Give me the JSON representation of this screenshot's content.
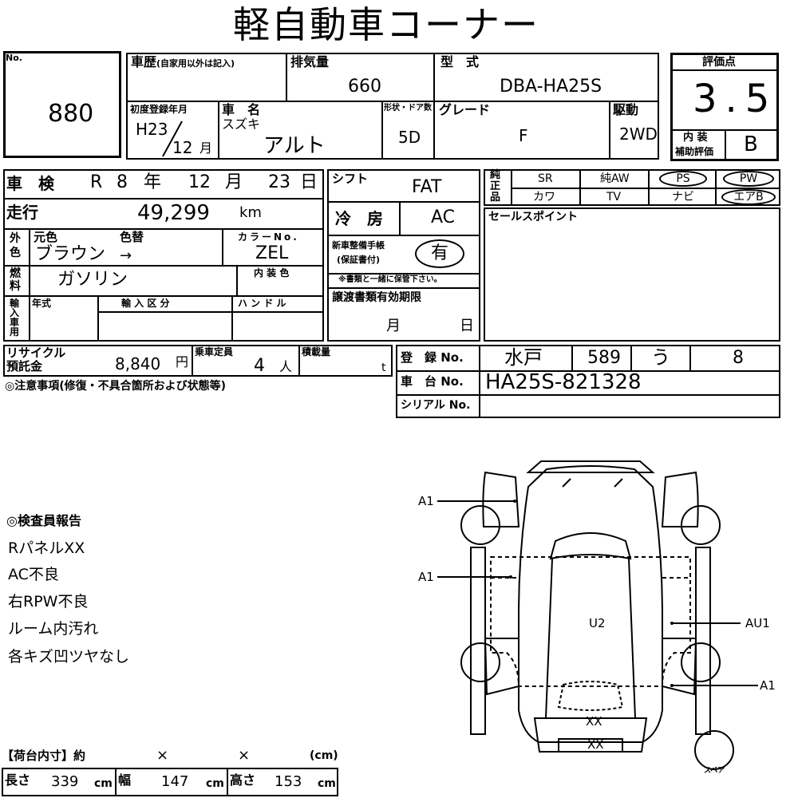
{
  "title": "軽自動車コーナー",
  "lot": {
    "label": "No.",
    "number": "880"
  },
  "history": {
    "label": "車歴",
    "note": "(自家用以外は記入)",
    "value": ""
  },
  "displacement": {
    "label": "排気量",
    "value": "660"
  },
  "model": {
    "label": "型　式",
    "value": "DBA-HA25S"
  },
  "rating": {
    "label": "評価点",
    "value": "3.5",
    "interior_label_1": "内 装",
    "interior_label_2": "補助評価",
    "interior_value": "B"
  },
  "first_reg": {
    "label": "初度登録年月",
    "era": "H23",
    "month": "12",
    "month_unit": "月"
  },
  "car_name": {
    "label": "車　名",
    "maker": "スズキ",
    "name": "アルト"
  },
  "shape": {
    "label": "形状・ドア数",
    "value": "5D"
  },
  "grade": {
    "label": "グレード",
    "value": "F"
  },
  "drive": {
    "label": "駆動",
    "value": "2WD"
  },
  "inspection": {
    "label": "車　検",
    "era": "R",
    "year": "8",
    "year_unit": "年",
    "month": "12",
    "month_unit": "月",
    "day": "23",
    "day_unit": "日"
  },
  "shift": {
    "label": "シフト",
    "value": "FAT"
  },
  "ac": {
    "label": "冷　房",
    "value": "AC"
  },
  "mileage": {
    "label": "走行",
    "value": "49,299",
    "unit": "km"
  },
  "color": {
    "side_1": "外",
    "side_2": "色",
    "orig_label": "元色",
    "change_label": "色替",
    "orig_value": "ブラウン",
    "arrow": "→",
    "code_label": "カラーNo.",
    "code_value": "ZEL"
  },
  "fuel": {
    "side_1": "燃",
    "side_2": "料",
    "value": "ガソリン",
    "interior_color_label": "内 装 色"
  },
  "maintenance": {
    "label_1": "新車整備手帳",
    "label_2": "(保証書付)",
    "value": "有",
    "note": "※書類と一緒に保管下さい。"
  },
  "genuine": {
    "side_1": "純",
    "side_2": "正",
    "side_3": "品",
    "items": [
      "SR",
      "純AW",
      "PS",
      "PW",
      "カワ",
      "TV",
      "ナビ",
      "エアB"
    ]
  },
  "sales_point": {
    "label": "セールスポイント"
  },
  "import": {
    "side": "輸入車用",
    "year_label": "年式",
    "type_label": "輸 入 区 分",
    "handle_label": "ハ ン ド ル"
  },
  "transfer": {
    "label": "譲渡書類有効期限",
    "month_unit": "月",
    "day_unit": "日"
  },
  "recycle": {
    "label_1": "リサイクル",
    "label_2": "預託金",
    "value": "8,840",
    "unit": "円"
  },
  "capacity": {
    "label": "乗車定員",
    "value": "4",
    "unit": "人"
  },
  "load": {
    "label": "積載量",
    "unit": "t"
  },
  "registration": {
    "label": "登　録 No.",
    "area": "水戸",
    "class": "589",
    "kana": "う",
    "number": "8"
  },
  "chassis": {
    "label": "車　台 No.",
    "value": "HA25S-821328"
  },
  "serial": {
    "label": "シリアル No.",
    "value": ""
  },
  "caution": {
    "label": "◎注意事項(修復・不具合箇所および状態等)"
  },
  "report": {
    "title": "◎検査員報告",
    "lines": [
      "RパネルXX",
      "AC不良",
      "右RPW不良",
      "ルーム内汚れ",
      "各キズ凹ツヤなし"
    ]
  },
  "diagram": {
    "marks": [
      "A1",
      "A1",
      "U2",
      "AU1",
      "A1",
      "XX",
      "XX"
    ],
    "spare": "スペア"
  },
  "cargo": {
    "title": "【荷台内寸】約",
    "x1": "×",
    "x2": "×",
    "unit": "(cm)",
    "length_label": "長さ",
    "length": "339",
    "width_label": "幅",
    "width": "147",
    "height_label": "高さ",
    "height": "153",
    "cm": "cm"
  }
}
